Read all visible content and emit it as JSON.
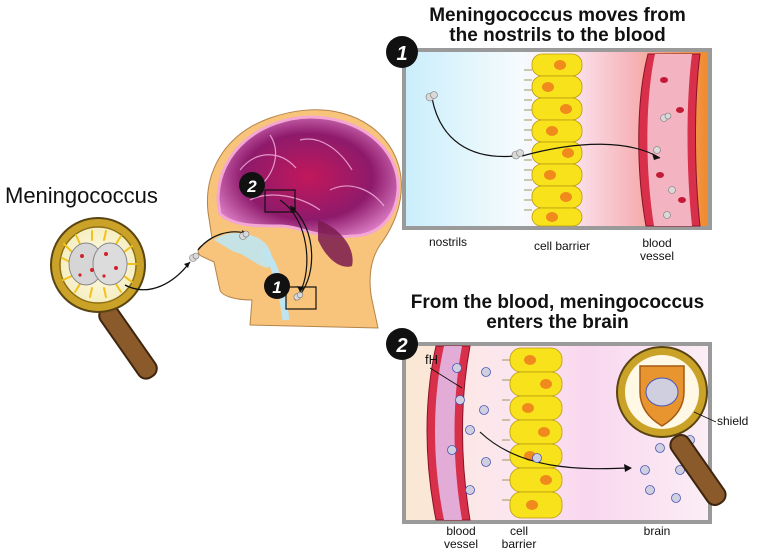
{
  "left": {
    "organism_label": "Meningococcus",
    "step1_badge": "1",
    "step2_badge": "2"
  },
  "panel1": {
    "title_line1": "Meningococcus moves from",
    "title_line2": "the nostrils to the blood",
    "badge": "1",
    "labels": {
      "nostrils": "nostrils",
      "cell_barrier": "cell barrier",
      "blood_vessel_line1": "blood",
      "blood_vessel_line2": "vessel"
    }
  },
  "panel2": {
    "title_line1": "From the blood, meningococcus",
    "title_line2": "enters the brain",
    "badge": "2",
    "labels": {
      "fh": "fH",
      "shield": "shield",
      "blood_vessel_line1": "blood",
      "blood_vessel_line2": "vessel",
      "cell_barrier_line1": "cell",
      "cell_barrier_line2": "barrier",
      "brain": "brain"
    }
  },
  "colors": {
    "panel_border": "#9a9a9a",
    "cell_yellow": "#f7e21c",
    "cell_nucleus": "#f08a1c",
    "vessel_red": "#d8304a",
    "magnifier_gold": "#c9a227",
    "handle_brown": "#8a5a2b",
    "badge_black": "#111111"
  }
}
